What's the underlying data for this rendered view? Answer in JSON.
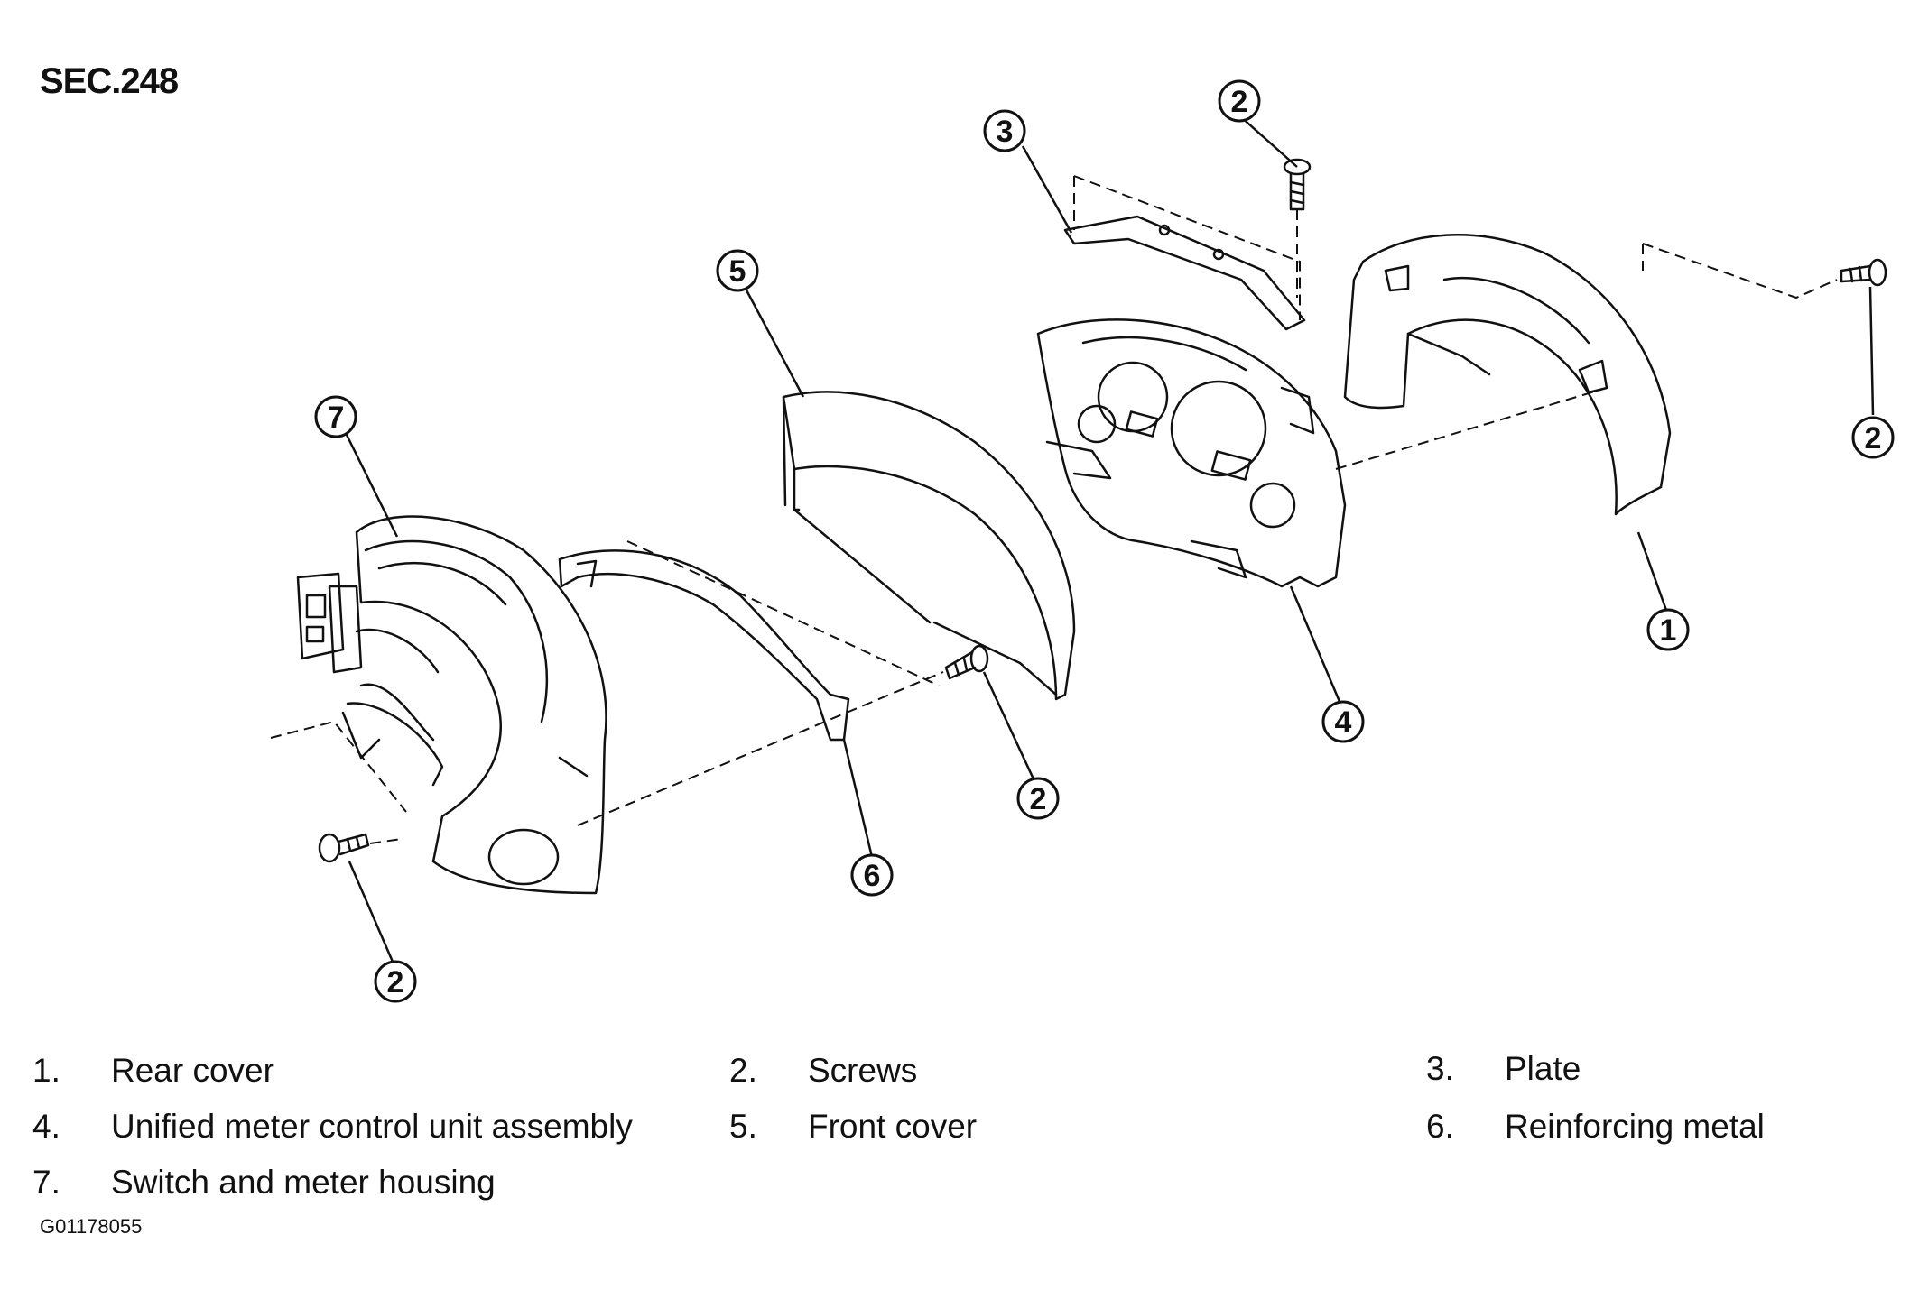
{
  "header": {
    "section_code": "SEC.248"
  },
  "callouts": [
    {
      "id": "callout-1",
      "number": "1"
    },
    {
      "id": "callout-2a",
      "number": "2"
    },
    {
      "id": "callout-2b",
      "number": "2"
    },
    {
      "id": "callout-2c",
      "number": "2"
    },
    {
      "id": "callout-2d",
      "number": "2"
    },
    {
      "id": "callout-3",
      "number": "3"
    },
    {
      "id": "callout-4",
      "number": "4"
    },
    {
      "id": "callout-5",
      "number": "5"
    },
    {
      "id": "callout-6",
      "number": "6"
    },
    {
      "id": "callout-7",
      "number": "7"
    }
  ],
  "legend": {
    "items": [
      {
        "number": "1.",
        "label": "Rear cover"
      },
      {
        "number": "2.",
        "label": "Screws"
      },
      {
        "number": "3.",
        "label": "Plate"
      },
      {
        "number": "4.",
        "label": "Unified meter control unit assembly"
      },
      {
        "number": "5.",
        "label": "Front cover"
      },
      {
        "number": "6.",
        "label": "Reinforcing metal"
      },
      {
        "number": "7.",
        "label": "Switch and meter housing"
      }
    ]
  },
  "footer": {
    "figure_id": "G01178055"
  }
}
